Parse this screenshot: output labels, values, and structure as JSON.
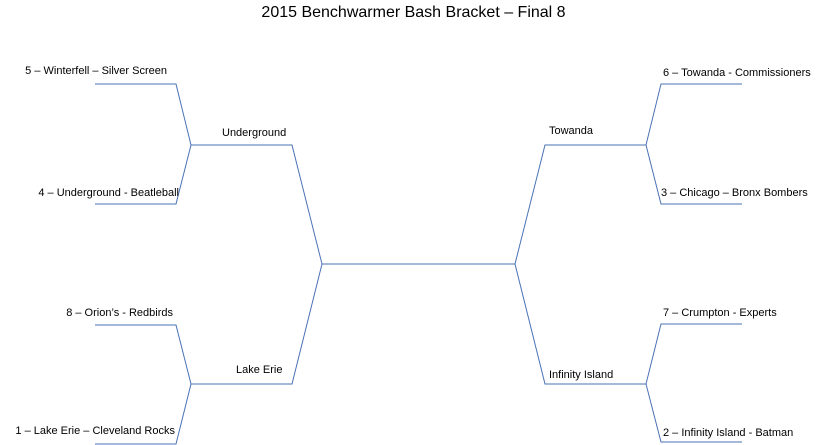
{
  "title": "2015 Benchwarmer Bash Bracket – Final 8",
  "colors": {
    "line": "#4a72b5",
    "text": "#000000",
    "background": "#ffffff"
  },
  "left": {
    "top": {
      "team_a": "5 – Winterfell – Silver Screen",
      "team_b": "4 – Underground - Beatleball",
      "winner": "Underground"
    },
    "bottom": {
      "team_a": "8 – Orion’s - Redbirds",
      "team_b": "1 – Lake Erie – Cleveland Rocks",
      "winner": "Lake Erie"
    }
  },
  "right": {
    "top": {
      "team_a": "6 – Towanda - Commissioners",
      "team_b": "3 – Chicago – Bronx Bombers",
      "winner": "Towanda"
    },
    "bottom": {
      "team_a": "7 – Crumpton - Experts",
      "team_b": "2 – Infinity Island - Batman",
      "winner": "Infinity Island"
    }
  }
}
